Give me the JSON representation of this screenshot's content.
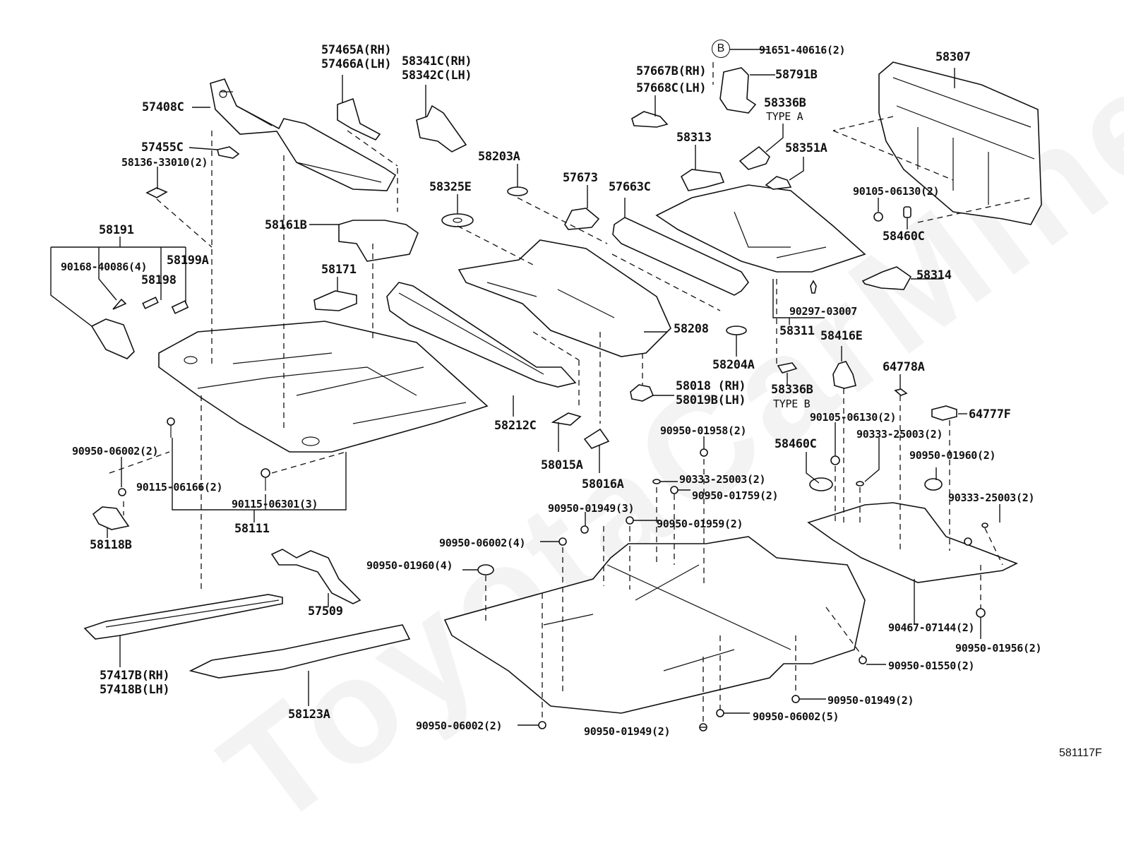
{
  "diagram": {
    "title": "Floor pan & crossmember exploded parts diagram",
    "diagram_code": "581117F",
    "watermark": "ToyotaCarMine.ru",
    "callout_symbol": "B",
    "labels": {
      "p57465A": "57465A(RH)",
      "p57466A": "57466A(LH)",
      "p58341C": "58341C(RH)",
      "p58342C": "58342C(LH)",
      "p57408C": "57408C",
      "p57455C": "57455C",
      "p58136": "58136-33010(2)",
      "p58191": "58191",
      "p90168": "90168-40086(4)",
      "p58199A": "58199A",
      "p58198": "58198",
      "p58161B": "58161B",
      "p58171": "58171",
      "p58325E": "58325E",
      "p58203A": "58203A",
      "p57673": "57673",
      "p57663C": "57663C",
      "p91651": "91651-40616(2)",
      "p58791B": "58791B",
      "p57667B": "57667B(RH)",
      "p57668C": "57668C(LH)",
      "p58336B_a": "58336B",
      "p58336B_a_type": "TYPE A",
      "p58313": "58313",
      "p58351A": "58351A",
      "p58307": "58307",
      "p90105_top": "90105-06130(2)",
      "p58460C_top": "58460C",
      "p58314": "58314",
      "p90297": "90297-03007",
      "p58311": "58311",
      "p58208": "58208",
      "p58204A": "58204A",
      "p58336B_b": "58336B",
      "p58336B_b_type": "TYPE B",
      "p58416E": "58416E",
      "p58018": "58018 (RH)",
      "p58019B": "58019B(LH)",
      "p64778A": "64778A",
      "p64777F": "64777F",
      "p90105_mid": "90105-06130(2)",
      "p90333_a": "90333-25003(2)",
      "p90950_01960_2": "90950-01960(2)",
      "p90333_b": "90333-25003(2)",
      "p58460C_mid": "58460C",
      "p58212C": "58212C",
      "p58015A": "58015A",
      "p58016A": "58016A",
      "p90950_01958": "90950-01958(2)",
      "p90333_c": "90333-25003(2)",
      "p90950_01759": "90950-01759(2)",
      "p90950_01949_3": "90950-01949(3)",
      "p90950_01959": "90950-01959(2)",
      "p90950_06002_4": "90950-06002(4)",
      "p90950_01960_4": "90950-01960(4)",
      "p90950_06002_2a": "90950-06002(2)",
      "p90115_06166": "90115-06166(2)",
      "p90115_06301": "90115-06301(3)",
      "p58111": "58111",
      "p58118B": "58118B",
      "p57509": "57509",
      "p57417B": "57417B(RH)",
      "p57418B": "57418B(LH)",
      "p58123A": "58123A",
      "p90950_06002_2b": "90950-06002(2)",
      "p90950_01949_2a": "90950-01949(2)",
      "p90950_01949_2b": "90950-01949(2)",
      "p90950_06002_5": "90950-06002(5)",
      "p90950_01550": "90950-01550(2)",
      "p90467": "90467-07144(2)",
      "p90950_01956": "90950-01956(2)"
    }
  }
}
